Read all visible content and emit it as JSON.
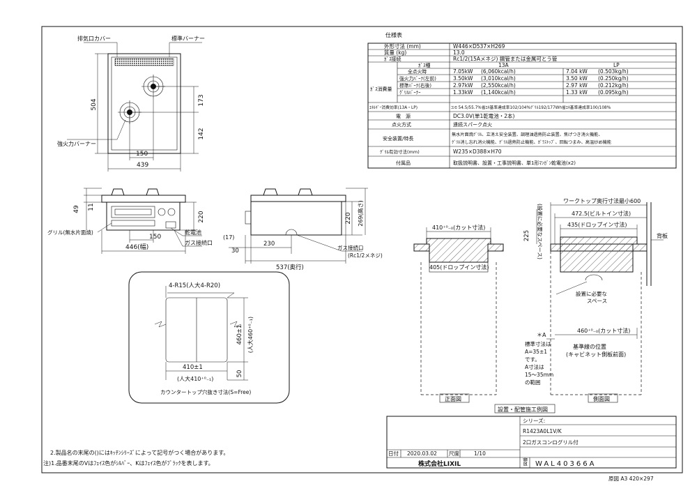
{
  "spec": {
    "title": "仕様表",
    "dims_label": "外形寸法 (mm)",
    "dims_value": "W446×D537×H269",
    "mass_label": "質量 (kg)",
    "mass_value": "13.0",
    "gas_conn_label": "ｶﾞｽ接続",
    "gas_conn_value": "Rc1/2(15Aメネジ) 鋼管または金属可とう管",
    "gas_type_label": "ｶﾞｽ種",
    "col_13a": "13A",
    "col_lp": "LP",
    "consumption_label": "ｶﾞｽ消費量",
    "rows": [
      {
        "name": "全点火時",
        "a": "7.05kW",
        "a2": "(6,060kcal/h)",
        "b": "7.04 kW",
        "b2": "(0.503kg/h)"
      },
      {
        "name": "強火力ﾊﾞｰﾅ(左前)",
        "a": "3.50kW",
        "a2": "(3,010kcal/h)",
        "b": "3.50 kW",
        "b2": "(0.250kg/h)"
      },
      {
        "name": "標準ﾊﾞｰﾅ(右後)",
        "a": "2.97kW",
        "a2": "(2,550kcal/h)",
        "b": "2.97 kW",
        "b2": "(0.212kg/h)"
      },
      {
        "name": "ｸﾞﾘﾙﾊﾞｰﾅｰ",
        "a": "1.33kW",
        "a2": "(1,140kcal/h)",
        "b": "1.33 kW",
        "b2": "(0.095kg/h)"
      }
    ],
    "energy_label": "ｴﾈﾙｷﾞｰ消費効率(13A・LP)",
    "energy_value": "ｺﾝﾛ 54.5/55.7%省ｴﾈ基準達成率102/104%ｸﾞﾘﾙ192/177Wh省ｴﾈ基準達成率100/108%",
    "power_label": "電　源",
    "power_value": "DC3.0V(単1乾電池・2本)",
    "ignition_label": "点火方式",
    "ignition_value": "連続スパーク点火",
    "safety_label": "安全装置/特長",
    "safety_lines": [
      "無水片面焼ｸﾞﾘﾙ、立消え安全装置、調理油過熱防止装置、焦げつき消火機能、",
      "ｸﾞﾘﾙ消し忘れ消火機能、ｸﾞﾘﾙ過熱防止機能、ｶﾞﾗｽﾄｯﾌﾟ、回転つまみ、高温炒め機能"
    ],
    "grill_label": "ｸﾞﾘﾙ有効寸法(mm)",
    "grill_value": "W235×D388×H70",
    "accessory_label": "付属品",
    "accessory_value": "取扱説明書、設置・工事説明書、単1形ﾏﾝｶﾞﾝ乾電池(x2)"
  },
  "top_view": {
    "exhaust_cover": "排気口カバー",
    "standard_burner": "標準バーナー",
    "strong_burner": "強火力バーナー",
    "dim_504": "504",
    "dim_173": "173",
    "dim_142": "142",
    "dim_150": "150",
    "dim_439": "439"
  },
  "front_view": {
    "dim_49": "49",
    "dim_11": "11",
    "dim_220": "220",
    "dim_150": "150",
    "dim_446": "446(幅)",
    "grill_label": "グリル(無水片面焼)",
    "battery": "乾電池",
    "gas_port": "ガス接続口"
  },
  "side_view": {
    "dim_17": "(17)",
    "dim_30": "30",
    "dim_230": "230",
    "dim_537": "537(奥行)",
    "dim_220": "220",
    "dim_269": "269(高さ)",
    "gas_port": "ガス接続口",
    "gas_port_spec": "(Rc1/2メネジ)"
  },
  "cutout": {
    "r15": "4-R15(人大4-R20)",
    "dim_410": "410±1",
    "dim_410_sub": "(人大410⁺⁰₋₁)",
    "dim_460": "460±1",
    "dim_460_sub": "(人大460⁺⁰₋₁)",
    "dim_50": "50",
    "caption": "カウンタートップ穴抜き寸法(S=Free)"
  },
  "install_front": {
    "cut_dim": "410⁺⁰₋₀(カット寸法)",
    "drop_dim": "405(ドロップイン寸法)",
    "label": "正面図"
  },
  "install_side": {
    "worktop": "ワークトップ奥行寸法最小600",
    "builtin": "472.5(ビルトイン寸法)",
    "dropin": "435(ドロップイン寸法)",
    "side_space": "(設置に必要なスペース)",
    "dim_225": "225",
    "backboard": "背板",
    "space_label_1": "設置に必要な",
    "space_label_2": "スペース",
    "cut_dim": "460⁺⁰₋₀(カット寸法)",
    "a_mark": "＊A",
    "a_note": [
      "標準寸法は",
      "A=35±1",
      "です。",
      "A寸法は",
      "15～35mm",
      "の範囲"
    ],
    "ref_note_1": "基準線の位置",
    "ref_note_2": "(キャビネット側板前面)",
    "label": "側面図"
  },
  "install_caption": "設置・配管施工例図",
  "title_block": {
    "series_label": "シリーズ:",
    "model": "R1423A0L1V/K",
    "product": "2口ガスコンログリル付",
    "date_label": "日付",
    "date": "2020.03.02",
    "scale_label": "尺度",
    "scale": "1/10",
    "company": "株式会社LIXIL",
    "drawing_no_label": "図番",
    "drawing_no": "WAL40366A",
    "paper": "原図 A3 420×297"
  },
  "notes": [
    "2.製品名の末尾の()にはｷｯﾁﾝｼﾘｰｽﾞによって記号がつく場合があります。",
    "注)1.品番末尾のVはﾌｪｲｽ色がｼﾙﾊﾞｰ、Kはﾌｪｲｽ色がﾌﾞﾗｯｸを表します。"
  ]
}
